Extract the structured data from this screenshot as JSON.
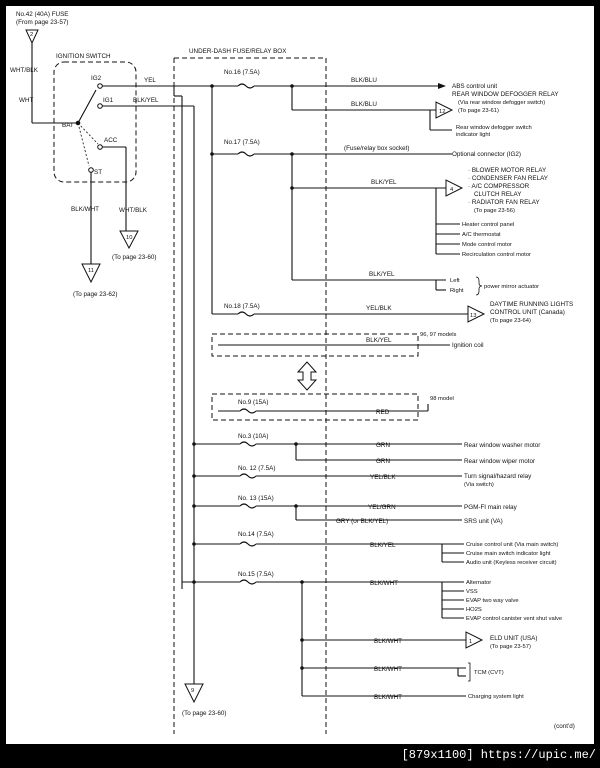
{
  "fuse42": {
    "label": "No.42 (40A) FUSE",
    "ref": "(From page 23-57)",
    "pin": "2"
  },
  "ignition": {
    "title": "IGNITION SWITCH",
    "ig2": "IG2",
    "ig1": "IG1",
    "bat": "BAT",
    "acc": "ACC",
    "st": "ST",
    "wire_top": "WHT/BLK",
    "wire_bat": "WHT",
    "wire_ig2": "YEL",
    "wire_ig1": "BLK/YEL"
  },
  "st_out": {
    "wire": "BLK/WHT",
    "pin": "11",
    "ref": "(To page 23-62)"
  },
  "acc_out": {
    "wire": "WHT/BLK",
    "pin": "10",
    "ref": "(To page 23-60)"
  },
  "box_title": "UNDER-DASH FUSE/RELAY BOX",
  "fuses": {
    "f16": "No.16 (7.5A)",
    "f17": "No.17 (7.5A)",
    "f18": "No.18 (7.5A)",
    "f9": "No.9 (15A)",
    "f3": "No.3 (10A)",
    "f12": "No. 12 (7.5A)",
    "f13": "No. 13 (15A)",
    "f14": "No.14 (7.5A)",
    "f15": "No.15 (7.5A)"
  },
  "socket_label": "(Fuse/relay box socket)",
  "wires": {
    "blk_blu": "BLK/BLU",
    "blk_yel": "BLK/YEL",
    "yel_blk": "YEL/BLK",
    "red": "RED",
    "grn": "GRN",
    "yel_grn": "YEL/GRN",
    "gry": "GRY (or BLK/YEL)",
    "blk_wht": "BLK/WHT"
  },
  "models": {
    "m9697": "96, 97 models",
    "m98": "98 model"
  },
  "loads": {
    "abs": "ABS control unit",
    "defog_relay": "REAR WINDOW DEFOGGER RELAY",
    "defog_ref": "(Via rear window defogger switch)",
    "defog_page": "(To page 23-61)",
    "defog_pin": "12",
    "defog_light": "Rear window defogger switch",
    "defog_light2": "indicator light",
    "optional": "Optional connector (IG2)",
    "relay_pin": "4",
    "blower": "· BLOWER MOTOR RELAY",
    "condenser": "· CONDENSER FAN RELAY",
    "ac_comp": "· A/C COMPRESSOR",
    "clutch": "CLUTCH RELAY",
    "radiator": "· RADIATOR FAN RELAY",
    "relay_page": "(To page 23-56)",
    "heater": "Heater control panel",
    "thermostat": "A/C thermostat",
    "mode": "Mode control motor",
    "recirc": "Recirculation control motor",
    "left": "Left",
    "right": "Right",
    "mirror": "power mirror actuator",
    "drl_pin": "13",
    "drl1": "DAYTIME RUNNING LIGHTS",
    "drl2": "CONTROL UNIT (Canada)",
    "drl_page": "(To page 23-64)",
    "coil": "Ignition coil",
    "washer": "Rear window washer motor",
    "wiper": "Rear window wiper motor",
    "turn": "Turn signal/hazard relay",
    "turn_via": "(Via switch)",
    "pgm": "PGM-FI main relay",
    "srs": "SRS unit (VA)",
    "cruise": "Cruise control unit (Via main switch)",
    "cruise_light": "Cruise main switch indicator light",
    "audio": "Audio unit (Keyless receiver circuit)",
    "alternator": "Alternator",
    "vss": "VSS",
    "evap2": "EVAP two way valve",
    "ho2s": "HO2S",
    "evap_canister": "EVAP control canister vent shut valve",
    "eld_pin": "1",
    "eld": "ELD UNIT (USA)",
    "eld_page": "(To page 23-57)",
    "tcm": "TCM (CVT)",
    "charging": "Charging system light"
  },
  "bottom": {
    "pin": "9",
    "ref": "(To page 23-60)"
  },
  "contd": "(cont'd)",
  "footer": "[879x1100] https://upic.me/"
}
